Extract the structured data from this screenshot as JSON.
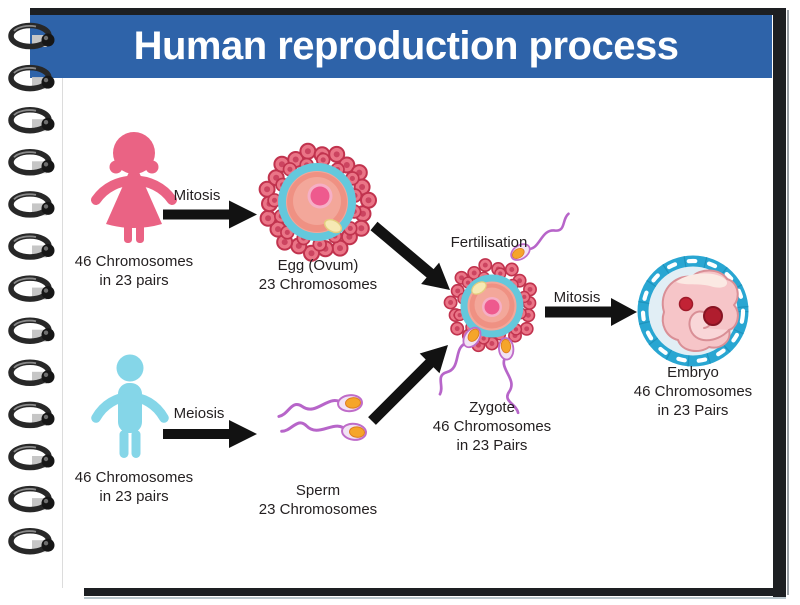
{
  "title": "Human reproduction process",
  "banner": {
    "color": "#2e63a9"
  },
  "colors": {
    "banner_blue": "#2e63a9",
    "female_pink": "#ea6384",
    "male_blue": "#85d6e8",
    "arrow_black": "#121212",
    "egg_zona_cyan": "#64c8dc",
    "sperm_purple": "#b765c9",
    "embryo_ring_blue": "#29a6d2"
  },
  "nodes": {
    "female": {
      "icon": "woman-icon",
      "color": "#ea6384",
      "lines": [
        "46 Chromosomes",
        "in 23 pairs"
      ]
    },
    "male": {
      "icon": "man-icon",
      "color": "#85d6e8",
      "lines": [
        "46 Chromosomes",
        "in 23 pairs"
      ]
    },
    "egg": {
      "lines": [
        "Egg (Ovum)",
        "23 Chromosomes"
      ]
    },
    "sperm": {
      "lines": [
        "Sperm",
        "23 Chromosomes"
      ]
    },
    "zygote": {
      "lines": [
        "Zygote",
        "46 Chromosomes",
        "in 23 Pairs"
      ]
    },
    "embryo": {
      "lines": [
        "Embryo",
        "46 Chromosomes",
        "in 23 Pairs"
      ]
    }
  },
  "process_labels": {
    "mitosis_egg": "Mitosis",
    "meiosis_sperm": "Meiosis",
    "fertilisation": "Fertilisation",
    "mitosis_embryo": "Mitosis"
  }
}
